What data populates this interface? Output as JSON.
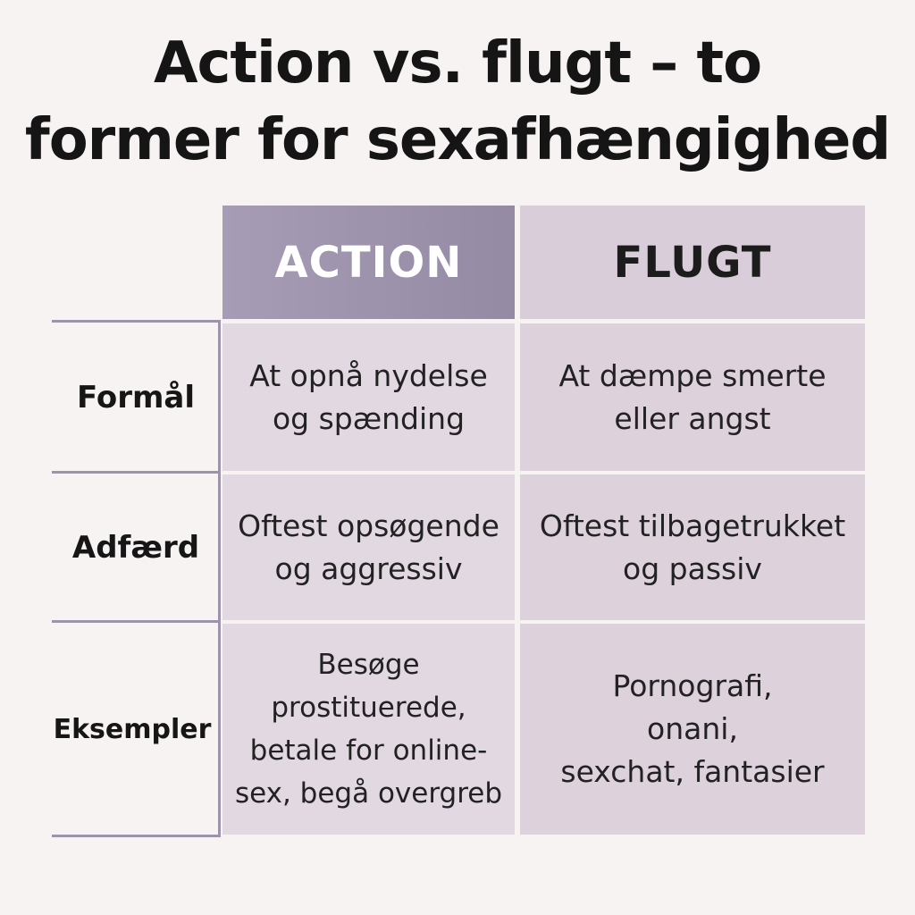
{
  "title": {
    "line1": "Action vs. flugt – to",
    "line2": "former for sexafhængighed"
  },
  "columns": {
    "action": "ACTION",
    "flugt": "FLUGT"
  },
  "rows": [
    {
      "label": "Formål",
      "action": [
        "At opnå nydelse",
        "og spænding"
      ],
      "flugt": [
        "At dæmpe smerte",
        "eller angst"
      ]
    },
    {
      "label": "Adfærd",
      "action": [
        "Oftest opsøgende",
        "og aggressiv"
      ],
      "flugt": [
        "Oftest tilbagetrukket",
        "og passiv"
      ]
    },
    {
      "label": "Eksempler",
      "action": [
        "Besøge",
        "prostituerede,",
        "betale for online-",
        "sex, begå overgreb"
      ],
      "flugt": [
        "Pornografi,",
        "onani,",
        "sexchat, fantasier"
      ]
    }
  ],
  "colors": {
    "background": "#f6f3f2",
    "action_header": "#9d92ad",
    "flugt_header": "#d9cdd9",
    "cell": "#e2d8e1",
    "divider": "#9d93aa"
  }
}
